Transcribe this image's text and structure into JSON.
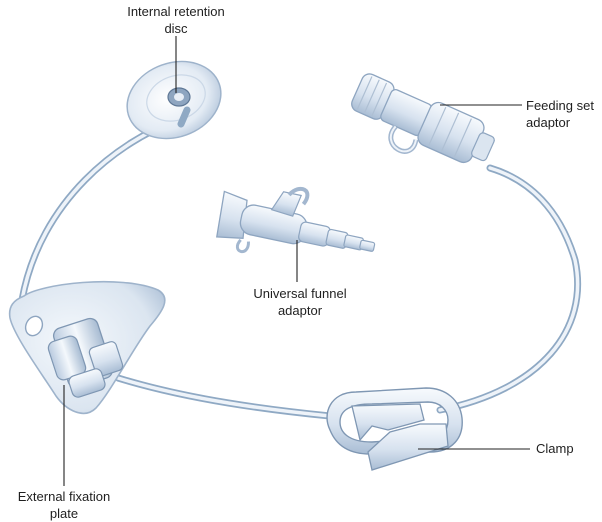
{
  "labels": {
    "internal_line1": "Internal retention",
    "internal_line2": "disc",
    "feeding_line1": "Feeding set",
    "feeding_line2": "adaptor",
    "funnel_line1": "Universal funnel",
    "funnel_line2": "adaptor",
    "clamp": "Clamp",
    "external_line1": "External fixation",
    "external_line2": "plate"
  },
  "colors": {
    "tube_edge": "#8fa9c4",
    "tube_fill": "#e6eef7",
    "device_light": "#f2f6fb",
    "device_mid": "#c9d7e8",
    "device_dark": "#7f97b3",
    "leader": "#222222"
  }
}
